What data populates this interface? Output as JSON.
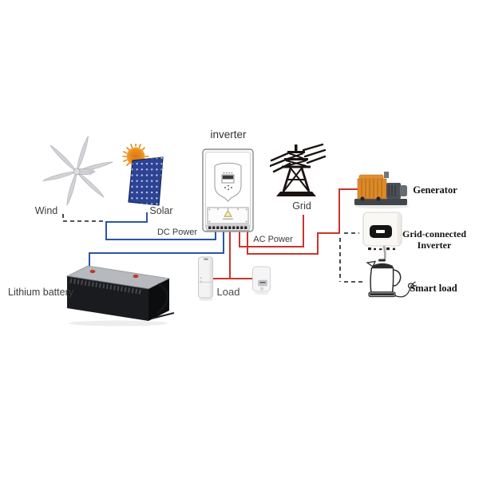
{
  "diagram": {
    "nodes": {
      "wind": {
        "label": "Wind"
      },
      "solar": {
        "label": "Solar"
      },
      "inverter": {
        "label": "inverter"
      },
      "grid": {
        "label": "Grid"
      },
      "generator": {
        "label": "Generator"
      },
      "grid_connected_inverter": {
        "label_line1": "Grid-connected",
        "label_line2": "Inverter"
      },
      "smart_load": {
        "label": "Smart load"
      },
      "lithium_battery": {
        "label": "Lithium battery"
      },
      "load": {
        "label": "Load"
      }
    },
    "wires": {
      "dc_label": "DC Power",
      "ac_label": "AC Power",
      "dc_color": "#2b55a4",
      "ac_color": "#c8352e",
      "dashed_color": "#1c1c1c"
    }
  }
}
